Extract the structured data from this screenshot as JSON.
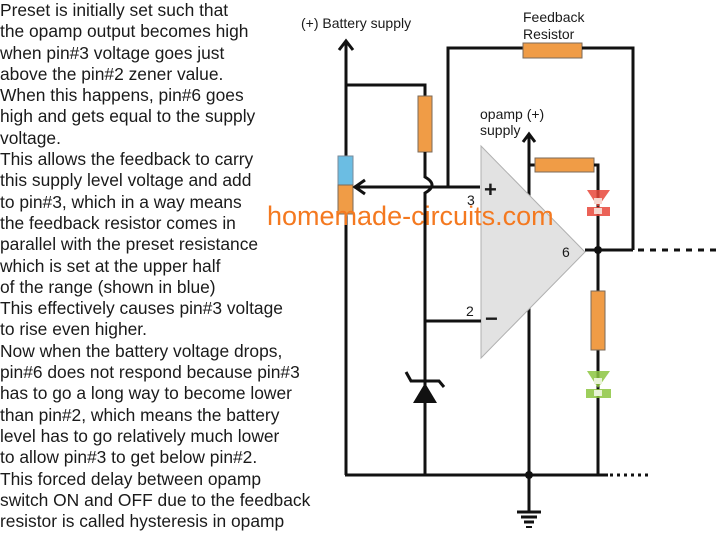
{
  "explanation": {
    "lines": [
      "Preset is initially set such that",
      "the opamp output becomes high",
      "when pin#3 voltage goes just",
      "above the pin#2 zener value.",
      "When this happens, pin#6 goes",
      "high and gets equal to the supply",
      "voltage.",
      "This allows the feedback to carry",
      "this supply level voltage and add",
      "to pin#3, which in a way means",
      "the feedback resistor comes in",
      "parallel with the preset resistance",
      "which is set at the upper half",
      "of the range (shown in blue)",
      "This effectively causes pin#3 voltage",
      "to rise even higher.",
      "Now when the battery voltage drops,",
      "pin#6 does not respond because pin#3",
      "has to go a long way to become lower",
      "than pin#2, which means the battery",
      "level has to go relatively much lower",
      "to allow pin#3 to get below pin#2.",
      "This forced delay between opamp",
      "switch ON and OFF due to the feedback",
      "resistor is called hysteresis in opamp"
    ]
  },
  "schematic": {
    "labels": {
      "battery_supply": "(+) Battery supply",
      "feedback_line1": "Feedback",
      "feedback_line2": "Resistor",
      "opamp_supply_line1": "opamp (+)",
      "opamp_supply_line2": "supply"
    },
    "pins": {
      "non_inverting": "3",
      "inverting": "2",
      "output": "6",
      "plus_sign": "+",
      "minus_sign": "−"
    },
    "watermark": "homemade-circuits.com",
    "colors": {
      "resistor": "#f09c46",
      "preset_upper": "#6bbde3",
      "opamp_fill": "#e2e2e2",
      "led_red": "#e8473a",
      "led_green": "#8cc63f",
      "watermark": "#f47920",
      "wire": "#111111"
    }
  }
}
